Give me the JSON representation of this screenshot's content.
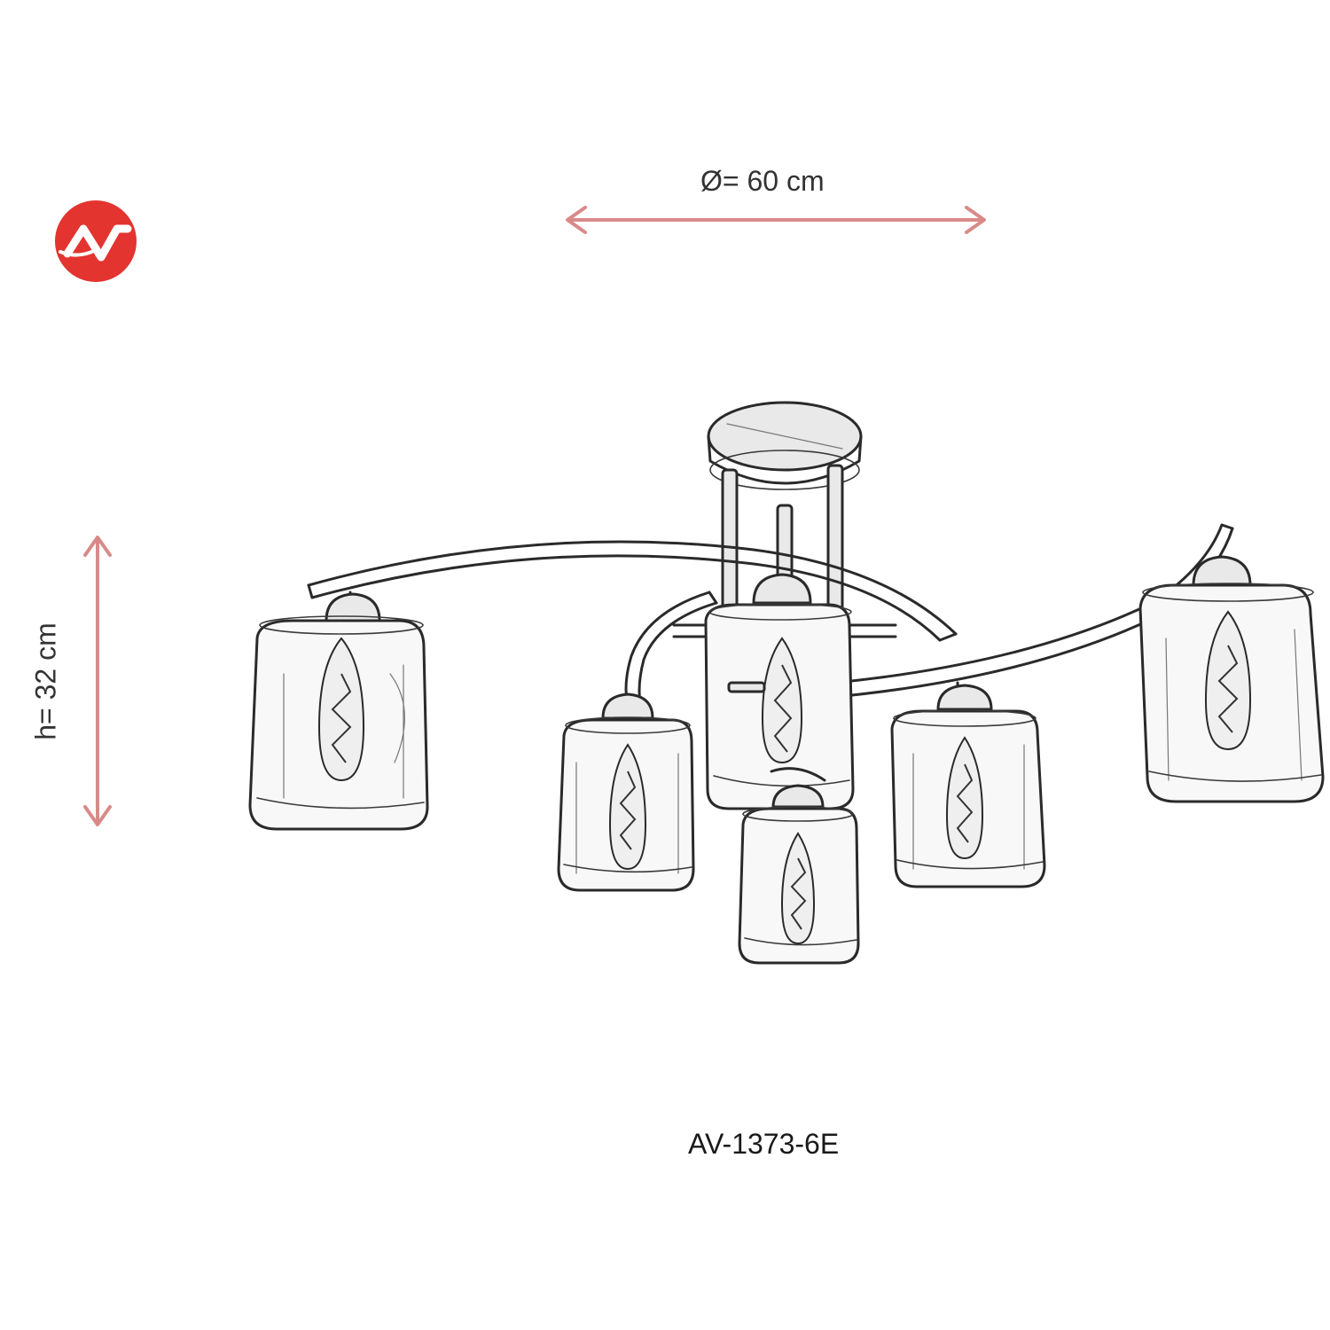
{
  "logo": {
    "color": "#e3342f"
  },
  "dimensions": {
    "width_label": "Ø= 60 cm",
    "height_label": "h= 32 cm",
    "arrow_color": "#d98a88"
  },
  "product": {
    "model": "AV-1373-6E"
  }
}
